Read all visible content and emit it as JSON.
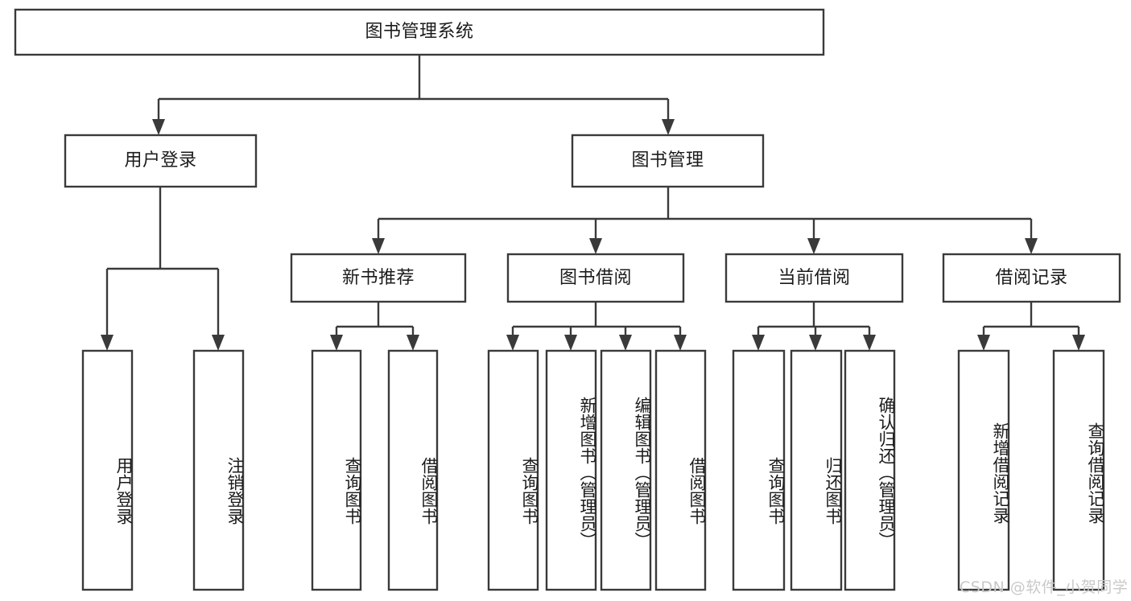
{
  "diagram": {
    "title": "图书管理系统",
    "type": "tree-hierarchy-chart",
    "watermark": "CSDN @软件_小贺同学",
    "colors": {
      "box_stroke": "#3a3a3a",
      "box_fill": "#ffffff",
      "text": "#1b1b1b",
      "watermark": "#c9c9c9",
      "background": "#ffffff"
    },
    "nodes": {
      "root": {
        "label": "图书管理系统",
        "orientation": "horizontal"
      },
      "level2": [
        {
          "label": "用户登录",
          "orientation": "horizontal"
        },
        {
          "label": "图书管理",
          "orientation": "horizontal"
        }
      ],
      "level3": [
        {
          "label": "新书推荐",
          "orientation": "horizontal"
        },
        {
          "label": "图书借阅",
          "orientation": "horizontal"
        },
        {
          "label": "当前借阅",
          "orientation": "horizontal"
        },
        {
          "label": "借阅记录",
          "orientation": "horizontal"
        }
      ],
      "leaves": {
        "user_login": [
          {
            "label": "用户登录",
            "orientation": "vertical"
          },
          {
            "label": "注销登录",
            "orientation": "vertical"
          }
        ],
        "new_book_recommend": [
          {
            "label": "查询图书",
            "orientation": "vertical"
          },
          {
            "label": "借阅图书",
            "orientation": "vertical"
          }
        ],
        "book_borrow": [
          {
            "label": "查询图书",
            "orientation": "vertical"
          },
          {
            "label": "新增图书（管理员）",
            "orientation": "vertical"
          },
          {
            "label": "编辑图书（管理员）",
            "orientation": "vertical"
          },
          {
            "label": "借阅图书",
            "orientation": "vertical"
          }
        ],
        "current_borrow": [
          {
            "label": "查询图书",
            "orientation": "vertical"
          },
          {
            "label": "归还图书",
            "orientation": "vertical"
          },
          {
            "label": "确认归还（管理员）",
            "orientation": "vertical"
          }
        ],
        "borrow_record": [
          {
            "label": "新增借阅记录",
            "orientation": "vertical"
          },
          {
            "label": "查询借阅记录",
            "orientation": "vertical"
          }
        ]
      }
    }
  }
}
